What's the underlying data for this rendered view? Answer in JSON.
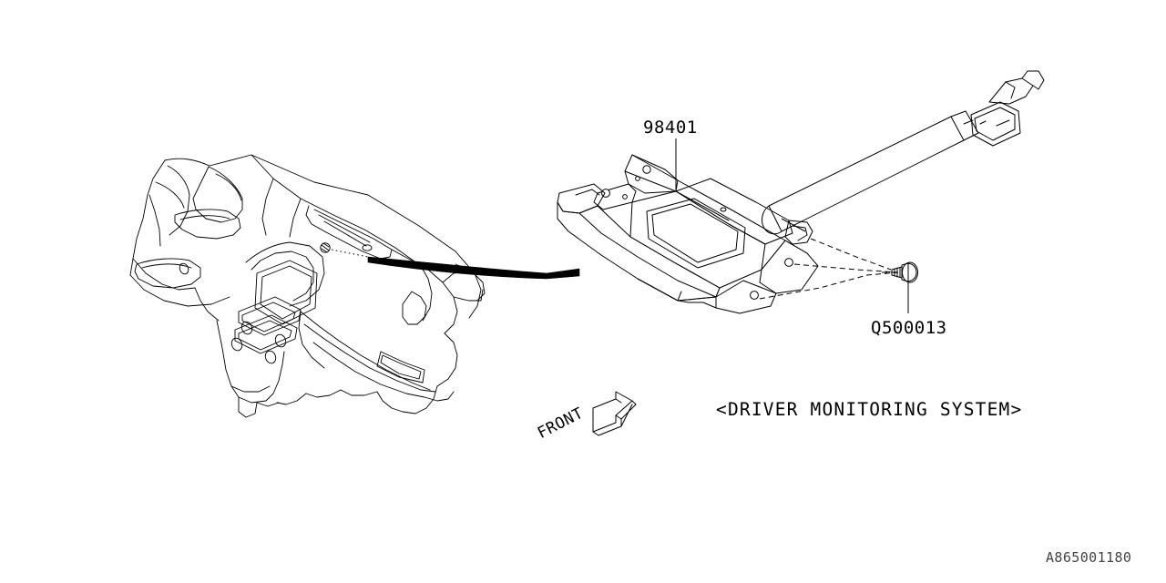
{
  "diagram": {
    "type": "automotive-parts-illustration",
    "background_color": "#ffffff",
    "line_color": "#000000",
    "system_caption": "<DRIVER MONITORING SYSTEM>",
    "diagram_id": "A865001180",
    "orientation_label": "FRONT"
  },
  "callouts": [
    {
      "id": "part-98401",
      "number": "98401",
      "describes": "driver monitoring camera unit with bracket"
    },
    {
      "id": "part-q500013",
      "number": "Q500013",
      "describes": "flange bolt fastener"
    }
  ],
  "labels": {
    "part_number_main": "98401",
    "part_number_bolt": "Q500013",
    "system_caption": "<DRIVER MONITORING SYSTEM>",
    "front_arrow": "FRONT",
    "diagram_id": "A865001180"
  },
  "parts": {
    "instrument_panel": {
      "name": "instrument-panel-assembly",
      "visible": true
    },
    "camera_unit": {
      "name": "driver-monitoring-camera-unit",
      "number": "98401"
    },
    "harness_connector": {
      "name": "wiring-harness-connector",
      "visible": true
    },
    "bolt": {
      "name": "flange-bolt",
      "number": "Q500013"
    }
  }
}
